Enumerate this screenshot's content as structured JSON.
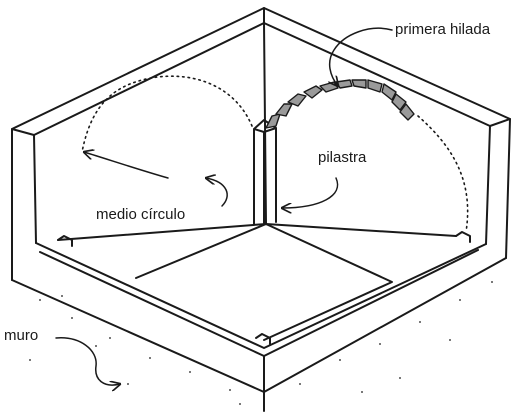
{
  "labels": {
    "primera_hilada": "primera hilada",
    "pilastra": "pilastra",
    "medio_circulo": "medio círculo",
    "muro": "muro"
  },
  "colors": {
    "ink": "#1a1a1a",
    "background": "#ffffff",
    "brick_fill": "#9a9a9a"
  }
}
